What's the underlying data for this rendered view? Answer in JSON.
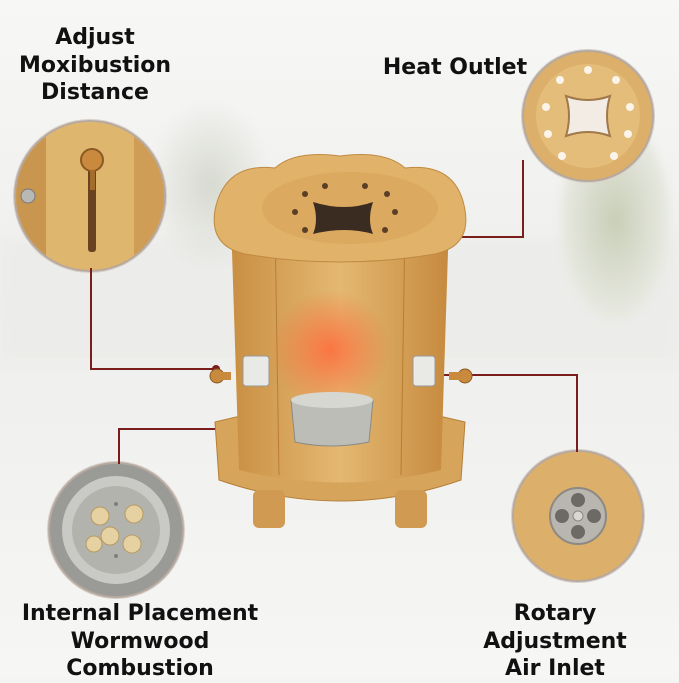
{
  "labels": {
    "adjust": "Adjust\nMoxibustion\nDistance",
    "adjust_lines": [
      "Adjust",
      "Moxibustion",
      "Distance"
    ],
    "heat_outlet": "Heat Outlet",
    "internal_lines": [
      "Internal Placement",
      "Wormwood Combustion"
    ],
    "rotary_lines": [
      "Rotary Adjustment",
      "Air Inlet"
    ]
  },
  "colors": {
    "leader_line": "#7b1d1d",
    "wood": "#dcac62",
    "wood_dark": "#c38b3f",
    "flame": "#f06a3a"
  },
  "icons": {
    "callout_slider": "wood-slider-icon",
    "callout_heat": "heat-outlet-lid-icon",
    "callout_bowl": "combustion-bowl-icon",
    "callout_inlet": "air-inlet-vent-icon"
  }
}
